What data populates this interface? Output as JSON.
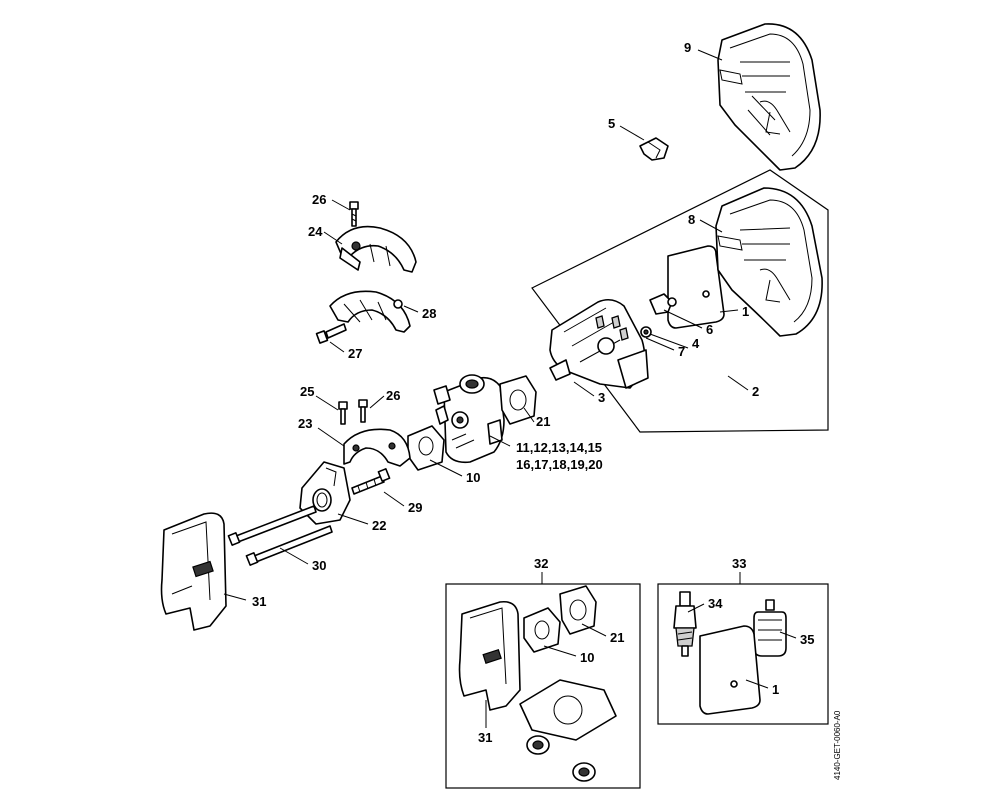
{
  "diagram": {
    "doc_id": "4140-GET-0060-A0",
    "callouts": {
      "c1a": "1",
      "c1b": "1",
      "c2": "2",
      "c3": "3",
      "c4": "4",
      "c5": "5",
      "c6": "6",
      "c7": "7",
      "c8": "8",
      "c9": "9",
      "c10a": "10",
      "c10b": "10",
      "c11_15": "11,12,13,14,15",
      "c16_20": "16,17,18,19,20",
      "c21a": "21",
      "c21b": "21",
      "c22": "22",
      "c23": "23",
      "c24": "24",
      "c25": "25",
      "c26a": "26",
      "c26b": "26",
      "c27": "27",
      "c28": "28",
      "c29": "29",
      "c30": "30",
      "c31a": "31",
      "c31b": "31",
      "c32": "32",
      "c33": "33",
      "c34": "34",
      "c35": "35"
    }
  }
}
